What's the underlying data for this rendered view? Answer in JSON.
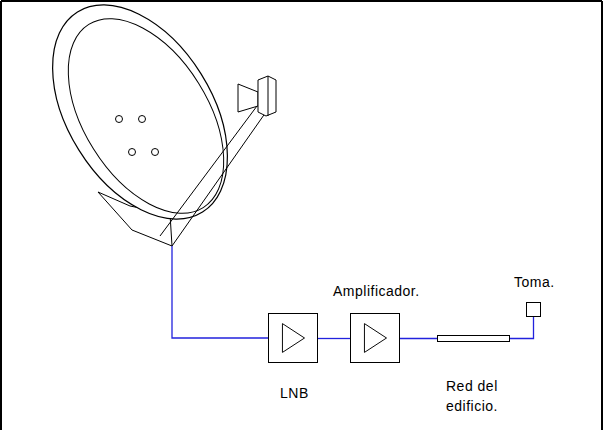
{
  "diagram": {
    "nodes": [
      {
        "text": [
          "LNB"
        ]
      },
      {
        "text": [
          "Amplificador."
        ]
      },
      {
        "text": [
          "Red del edificio."
        ]
      },
      {
        "text": [
          "Toma."
        ]
      }
    ],
    "edges": [
      {
        "from": 0,
        "to": 1,
        "arrow": "none"
      },
      {
        "from": 1,
        "to": 2,
        "arrow": "none"
      },
      {
        "from": 2,
        "to": 3,
        "arrow": "none"
      }
    ]
  }
}
